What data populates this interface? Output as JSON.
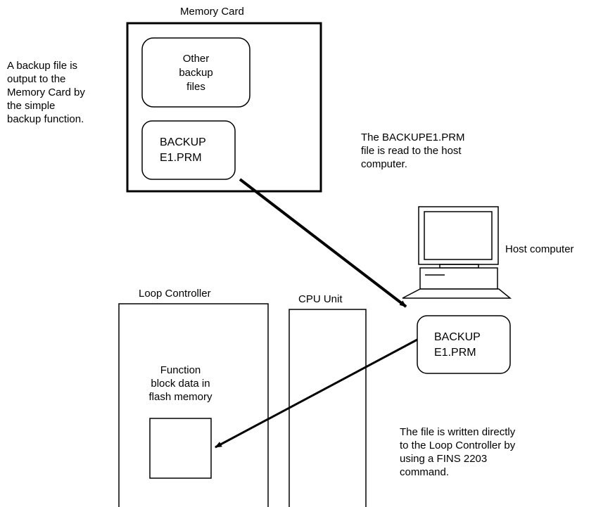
{
  "memory_card": {
    "title": "Memory Card",
    "other_backup_files": [
      "Other",
      "backup",
      "files"
    ],
    "backup_file": [
      "BACKUP",
      "E1.PRM"
    ]
  },
  "notes": {
    "backup_output": [
      "A backup file is",
      "output to the",
      "Memory Card by",
      "the simple",
      "backup function."
    ],
    "read_to_host": [
      "The BACKUPE1.PRM",
      "file is read to the host",
      "computer."
    ],
    "written_directly": [
      "The file is written directly",
      "to the Loop Controller by",
      "using a FINS 2203",
      "command."
    ]
  },
  "host_computer": {
    "label": "Host computer",
    "backup_file": [
      "BACKUP",
      "E1.PRM"
    ]
  },
  "loop_controller": {
    "title": "Loop Controller",
    "function_block": [
      "Function",
      "block data in",
      "flash memory"
    ]
  },
  "cpu_unit": {
    "title": "CPU Unit"
  },
  "colors": {
    "line": "#000000",
    "background": "#ffffff"
  }
}
